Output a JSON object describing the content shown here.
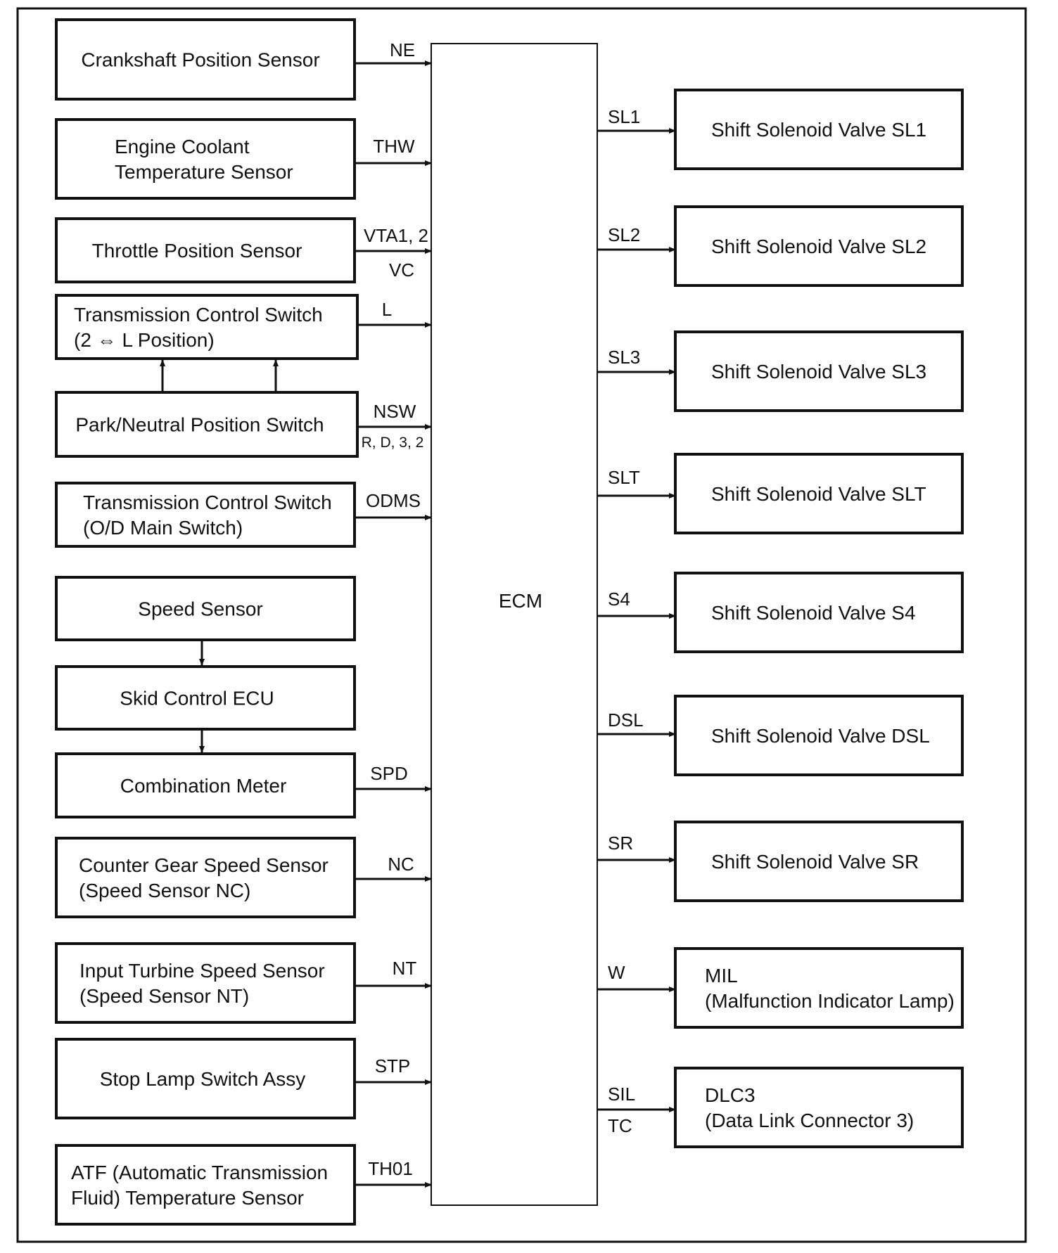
{
  "ecm": {
    "label": "ECM"
  },
  "inputs": [
    {
      "id": "crank",
      "lines": [
        "Crankshaft Position Sensor"
      ],
      "signal": "NE"
    },
    {
      "id": "ect",
      "lines": [
        "Engine Coolant",
        "Temperature Sensor"
      ],
      "signal": "THW"
    },
    {
      "id": "tps",
      "lines": [
        "Throttle Position Sensor"
      ],
      "signal": "VTA1, 2",
      "signal_extra": "VC"
    },
    {
      "id": "tcs-l",
      "lines": [
        "Transmission Control Switch",
        "(2 ⇔ L Position)"
      ],
      "signal": "L"
    },
    {
      "id": "pnp",
      "lines": [
        "Park/Neutral Position Switch"
      ],
      "signal": "NSW",
      "signal_extra": "R, D, 3, 2"
    },
    {
      "id": "tcs-od",
      "lines": [
        "Transmission Control Switch",
        "(O/D Main Switch)"
      ],
      "signal": "ODMS"
    },
    {
      "id": "speed",
      "lines": [
        "Speed Sensor"
      ]
    },
    {
      "id": "skid",
      "lines": [
        "Skid Control ECU"
      ]
    },
    {
      "id": "meter",
      "lines": [
        "Combination Meter"
      ],
      "signal": "SPD"
    },
    {
      "id": "nc",
      "lines": [
        "Counter Gear Speed Sensor",
        "(Speed Sensor NC)"
      ],
      "signal": "NC"
    },
    {
      "id": "nt",
      "lines": [
        "Input Turbine Speed Sensor",
        "(Speed Sensor NT)"
      ],
      "signal": "NT"
    },
    {
      "id": "stp",
      "lines": [
        "Stop Lamp Switch Assy"
      ],
      "signal": "STP"
    },
    {
      "id": "atf",
      "lines": [
        "ATF (Automatic Transmission",
        "Fluid) Temperature Sensor"
      ],
      "signal": "TH01"
    }
  ],
  "outputs": [
    {
      "id": "sl1",
      "lines": [
        "Shift Solenoid Valve SL1"
      ],
      "signal": "SL1"
    },
    {
      "id": "sl2",
      "lines": [
        "Shift Solenoid Valve SL2"
      ],
      "signal": "SL2"
    },
    {
      "id": "sl3",
      "lines": [
        "Shift Solenoid Valve SL3"
      ],
      "signal": "SL3"
    },
    {
      "id": "slt",
      "lines": [
        "Shift Solenoid Valve SLT"
      ],
      "signal": "SLT"
    },
    {
      "id": "s4",
      "lines": [
        "Shift Solenoid Valve S4"
      ],
      "signal": "S4"
    },
    {
      "id": "dsl",
      "lines": [
        "Shift Solenoid Valve DSL"
      ],
      "signal": "DSL"
    },
    {
      "id": "sr",
      "lines": [
        "Shift Solenoid Valve SR"
      ],
      "signal": "SR"
    },
    {
      "id": "mil",
      "lines": [
        "MIL",
        "(Malfunction Indicator Lamp)"
      ],
      "signal": "W"
    },
    {
      "id": "dlc3",
      "lines": [
        "DLC3",
        "(Data Link Connector 3)"
      ],
      "signal": "SIL",
      "signal_extra": "TC"
    }
  ]
}
